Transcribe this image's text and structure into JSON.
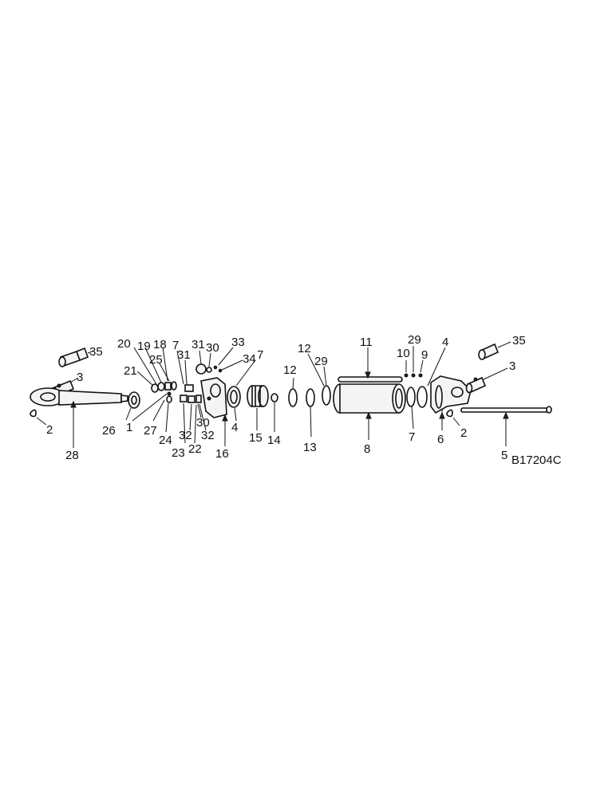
{
  "figure_code": "B17204C",
  "callouts": {
    "c35_left": "35",
    "c3_left": "3",
    "c2_left": "2",
    "c28": "28",
    "c26": "26",
    "c1": "1",
    "c27": "27",
    "c24": "24",
    "c21": "21",
    "c20": "20",
    "c19": "19",
    "c18": "18",
    "c25": "25",
    "c17": "7",
    "c31a": "31",
    "c30a": "30",
    "c31b": "31",
    "c33": "33",
    "c34": "34",
    "c7a": "7",
    "c23": "23",
    "c32a": "32",
    "c32b": "32",
    "c30b": "30",
    "c22": "22",
    "c16": "16",
    "c4_left": "4",
    "c15": "15",
    "c14": "14",
    "c12a": "12",
    "c12b": "12",
    "c29a": "29",
    "c13": "13",
    "c11": "11",
    "c8": "8",
    "c29b": "29",
    "c10": "10",
    "c9": "9",
    "c4_right": "4",
    "c7b": "7",
    "c35_right": "35",
    "c3_right": "3",
    "c6": "6",
    "c2_right": "2",
    "c5": "5"
  }
}
